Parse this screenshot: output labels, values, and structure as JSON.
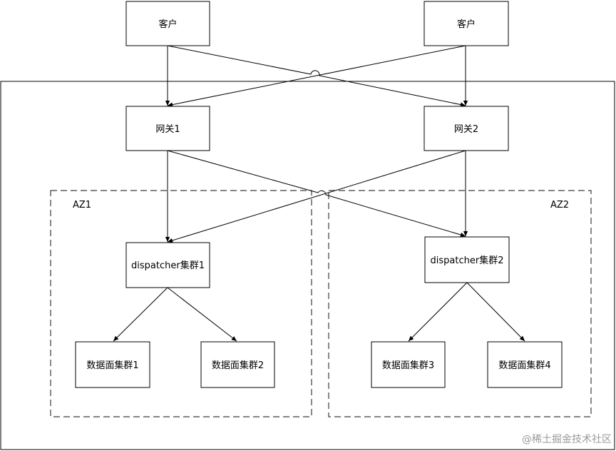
{
  "diagram": {
    "nodes": {
      "client_left": "客户",
      "client_right": "客户",
      "gateway1": "网关1",
      "gateway2": "网关2",
      "dispatcher1": "dispatcher集群1",
      "dispatcher2": "dispatcher集群2",
      "data1": "数据面集群1",
      "data2": "数据面集群2",
      "data3": "数据面集群3",
      "data4": "数据面集群4"
    },
    "zones": {
      "az1": "AZ1",
      "az2": "AZ2"
    },
    "edges": [
      {
        "from": "client_left",
        "to": "gateway1"
      },
      {
        "from": "client_left",
        "to": "gateway2"
      },
      {
        "from": "client_right",
        "to": "gateway1"
      },
      {
        "from": "client_right",
        "to": "gateway2"
      },
      {
        "from": "gateway1",
        "to": "dispatcher1"
      },
      {
        "from": "gateway1",
        "to": "dispatcher2"
      },
      {
        "from": "gateway2",
        "to": "dispatcher1"
      },
      {
        "from": "gateway2",
        "to": "dispatcher2"
      },
      {
        "from": "dispatcher1",
        "to": "data1"
      },
      {
        "from": "dispatcher1",
        "to": "data2"
      },
      {
        "from": "dispatcher2",
        "to": "data3"
      },
      {
        "from": "dispatcher2",
        "to": "data4"
      }
    ]
  },
  "watermark": "@稀土掘金技术社区"
}
